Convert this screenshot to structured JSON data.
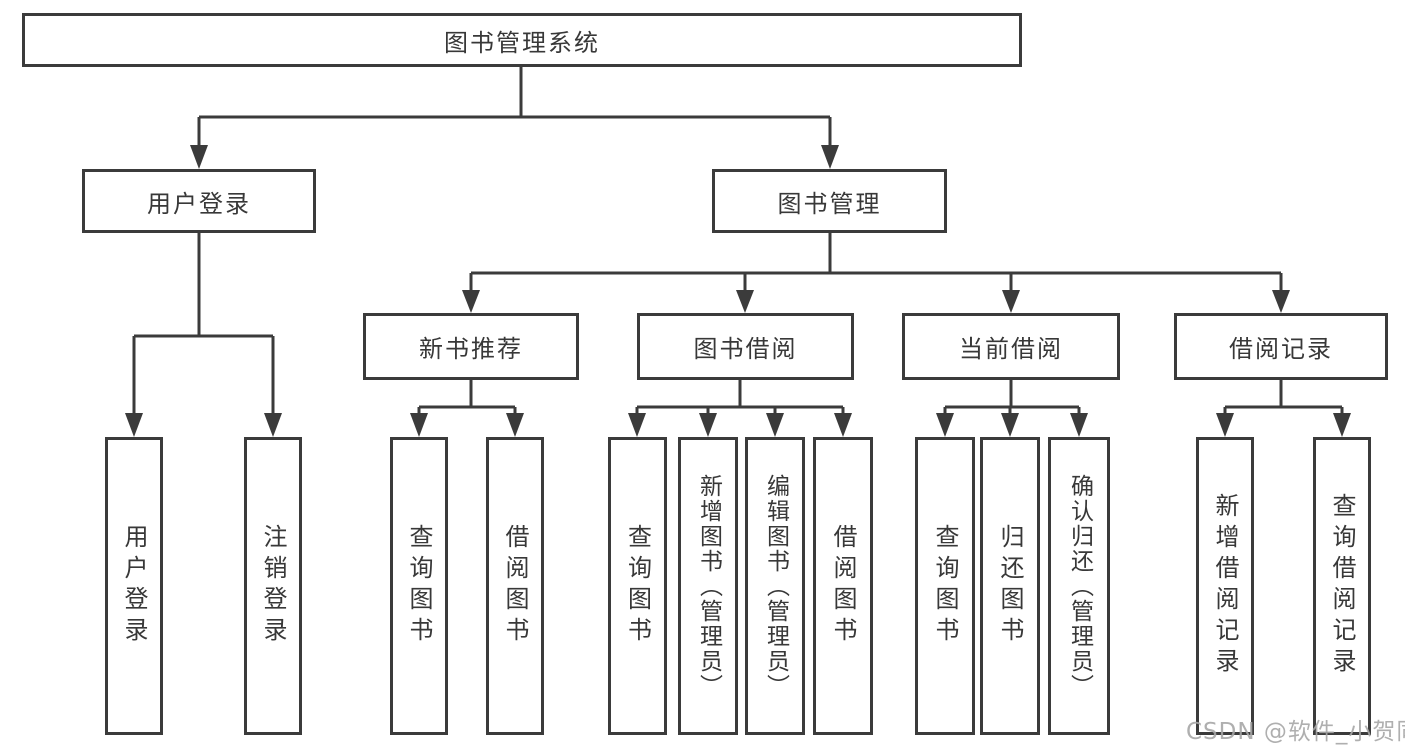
{
  "tree": {
    "root": "图书管理系统",
    "branches": [
      {
        "label": "用户登录",
        "children": [
          "用户登录",
          "注销登录"
        ]
      },
      {
        "label": "图书管理",
        "groups": [
          {
            "label": "新书推荐",
            "children": [
              "查询图书",
              "借阅图书"
            ]
          },
          {
            "label": "图书借阅",
            "children": [
              "查询图书",
              "新增图书（管理员）",
              "编辑图书（管理员）",
              "借阅图书"
            ]
          },
          {
            "label": "当前借阅",
            "children": [
              "查询图书",
              "归还图书",
              "确认归还（管理员）"
            ]
          },
          {
            "label": "借阅记录",
            "children": [
              "新增借阅记录",
              "查询借阅记录"
            ]
          }
        ]
      }
    ]
  },
  "watermark": "CSDN @软件_小贺同学",
  "colors": {
    "line": "#3b3b3b",
    "text": "#383838",
    "watermark": "#a6a6a6",
    "background": "#ffffff"
  }
}
